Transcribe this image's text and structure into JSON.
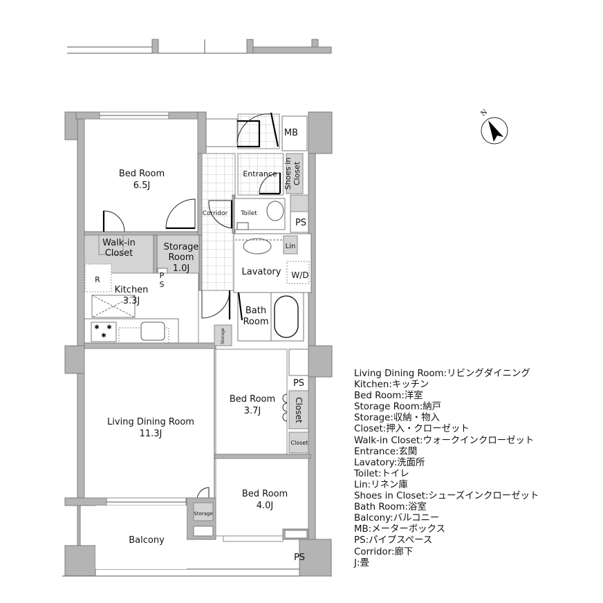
{
  "floor_plan": {
    "rooms": [
      {
        "id": "bedroom-1",
        "name": "Bed Room",
        "size": "6.5J"
      },
      {
        "id": "walkin-closet",
        "name_line1": "Walk-in",
        "name_line2": "Closet"
      },
      {
        "id": "storage-room",
        "name_line1": "Storage",
        "name_line2": "Room",
        "size": "1.0J"
      },
      {
        "id": "kitchen",
        "name": "Kitchen",
        "size": "3.3J"
      },
      {
        "id": "entrance",
        "name": "Entrance"
      },
      {
        "id": "corridor",
        "name": "Corridor"
      },
      {
        "id": "toilet",
        "name": "Toilet"
      },
      {
        "id": "lavatory",
        "name": "Lavatory"
      },
      {
        "id": "bath-room",
        "name_line1": "Bath",
        "name_line2": "Room"
      },
      {
        "id": "living-dining",
        "name": "Living Dining Room",
        "size": "11.3J"
      },
      {
        "id": "bedroom-2",
        "name": "Bed Room",
        "size": "3.7J"
      },
      {
        "id": "bedroom-3",
        "name": "Bed Room",
        "size": "4.0J"
      },
      {
        "id": "balcony",
        "name": "Balcony"
      }
    ],
    "fixtures": {
      "mb": "MB",
      "shoes_closet_line1": "Shoes in",
      "shoes_closet_line2": "Closet",
      "ps_top": "PS",
      "ps_kitchen_1": "P",
      "ps_kitchen_2": "S",
      "ps_mid": "PS",
      "ps_bottom": "PS",
      "lin": "Lin",
      "wd": "W/D",
      "fridge": "R",
      "closet_large": "Closet",
      "closet_small": "Closet",
      "storage_hall": "Storage",
      "storage_balcony": "Storage"
    }
  },
  "compass": {
    "label": "N"
  },
  "legend": [
    "Living Dining Room:リビングダイニング",
    "Kitchen:キッチン",
    "Bed Room:洋室",
    "Storage Room:納戸",
    "Storage:収納・物入",
    "Closet:押入・クローゼット",
    "Walk-in Closet:ウォークインクローゼット",
    "Entrance:玄関",
    "Lavatory:洗面所",
    "Toilet:トイレ",
    "Lin:リネン庫",
    "Shoes in Closet:シューズインクローゼット",
    "Bath Room:浴室",
    "Balcony:バルコニー",
    "MB:メーターボックス",
    "PS:パイプスペース",
    "Corridor:廊下",
    "J:畳"
  ]
}
